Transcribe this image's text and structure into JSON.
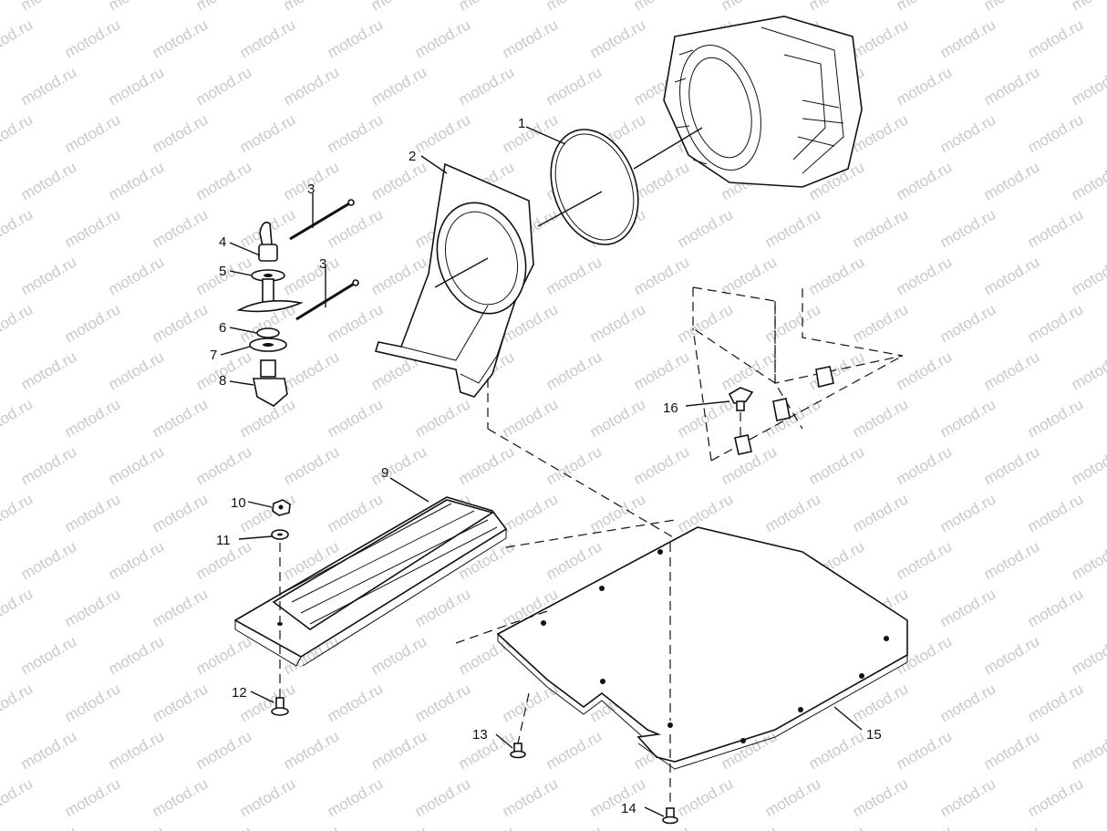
{
  "diagram": {
    "watermark": "motod.ru",
    "callouts": [
      "1",
      "2",
      "3",
      "3",
      "4",
      "5",
      "6",
      "7",
      "8",
      "9",
      "10",
      "11",
      "12",
      "13",
      "14",
      "15",
      "16"
    ]
  }
}
